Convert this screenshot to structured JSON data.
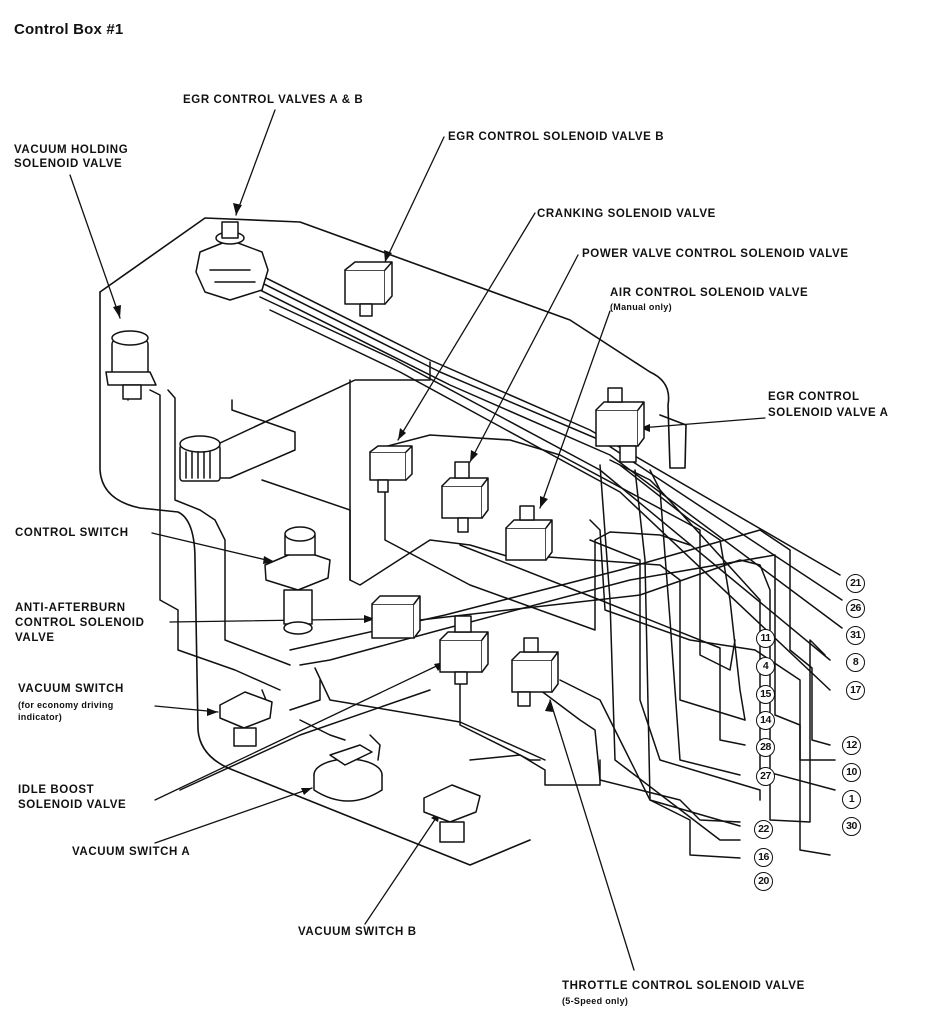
{
  "title": "Control Box #1",
  "labels": {
    "egr_control_valves_ab": "EGR CONTROL VALVES A & B",
    "egr_control_solenoid_b": "EGR CONTROL SOLENOID VALVE B",
    "vacuum_holding_1": "VACUUM HOLDING",
    "vacuum_holding_2": "SOLENOID VALVE",
    "cranking_solenoid": "CRANKING SOLENOID VALVE",
    "power_valve_control": "POWER VALVE CONTROL SOLENOID VALVE",
    "air_control_solenoid": "AIR CONTROL SOLENOID VALVE",
    "air_control_note": "(Manual only)",
    "egr_control_solenoid_a_1": "EGR CONTROL",
    "egr_control_solenoid_a_2": "SOLENOID VALVE A",
    "control_switch": "CONTROL SWITCH",
    "anti_afterburn_1": "ANTI-AFTERBURN",
    "anti_afterburn_2": "CONTROL SOLENOID",
    "anti_afterburn_3": "VALVE",
    "vacuum_switch": "VACUUM SWITCH",
    "vacuum_switch_note_1": "(for economy driving",
    "vacuum_switch_note_2": "indicator)",
    "idle_boost_1": "IDLE BOOST",
    "idle_boost_2": "SOLENOID VALVE",
    "vacuum_switch_a": "VACUUM SWITCH A",
    "vacuum_switch_b": "VACUUM SWITCH B",
    "throttle_control": "THROTTLE CONTROL SOLENOID VALVE",
    "throttle_control_note": "(5-Speed only)"
  },
  "connectors": [
    "21",
    "26",
    "31",
    "11",
    "8",
    "4",
    "17",
    "15",
    "14",
    "12",
    "28",
    "10",
    "27",
    "1",
    "30",
    "22",
    "16",
    "20"
  ],
  "colors": {
    "ink": "#111111",
    "paper": "#ffffff"
  }
}
